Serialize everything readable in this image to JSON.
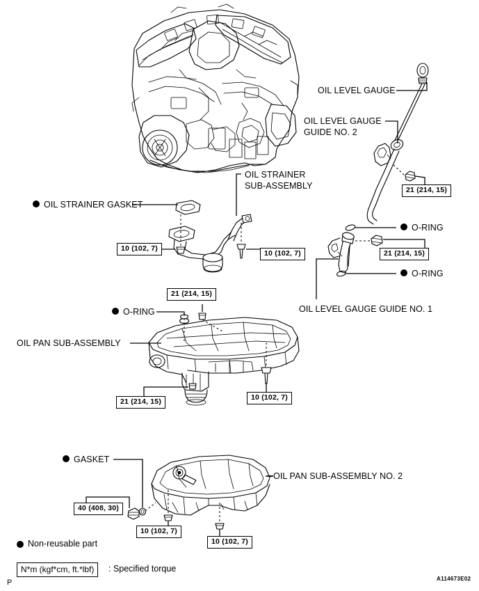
{
  "document": {
    "figure_code": "A114673E02",
    "page_marker": "P"
  },
  "labels": {
    "oil_level_gauge": "OIL LEVEL GAUGE",
    "oil_level_gauge_guide_no2_l1": "OIL LEVEL GAUGE",
    "oil_level_gauge_guide_no2_l2": "GUIDE NO. 2",
    "oil_level_gauge_guide_no1": "OIL LEVEL GAUGE GUIDE NO. 1",
    "oil_strainer_sub_assembly_l1": "OIL STRAINER",
    "oil_strainer_sub_assembly_l2": "SUB-ASSEMBLY",
    "oil_strainer_gasket": "OIL STRAINER GASKET",
    "o_ring_upper": "O-RING",
    "o_ring_lower": "O-RING",
    "o_ring_pan": "O-RING",
    "oil_pan_sub_assembly": "OIL PAN SUB-ASSEMBLY",
    "oil_pan_sub_assembly_no2": "OIL PAN SUB-ASSEMBLY NO. 2",
    "gasket": "GASKET"
  },
  "torque_boxes": {
    "gauge_guide_no2": "21 (214, 15)",
    "gauge_guide_no1": "21 (214, 15)",
    "strainer_left": "10 (102, 7)",
    "strainer_right": "10 (102, 7)",
    "pan_oring_top": "21 (214, 15)",
    "pan_bottom_left": "21 (214, 15)",
    "pan_bottom_right": "10 (102, 7)",
    "pan2_drain_plug": "40 (408, 30)",
    "pan2_left": "10 (102, 7)",
    "pan2_right": "10 (102, 7)"
  },
  "legend": {
    "non_reusable": "Non-reusable part",
    "torque_units": "N*m (kgf*cm, ft.*lbf)",
    "torque_meaning": ": Specified torque"
  },
  "colors": {
    "ink": "#000000",
    "background": "#ffffff"
  }
}
